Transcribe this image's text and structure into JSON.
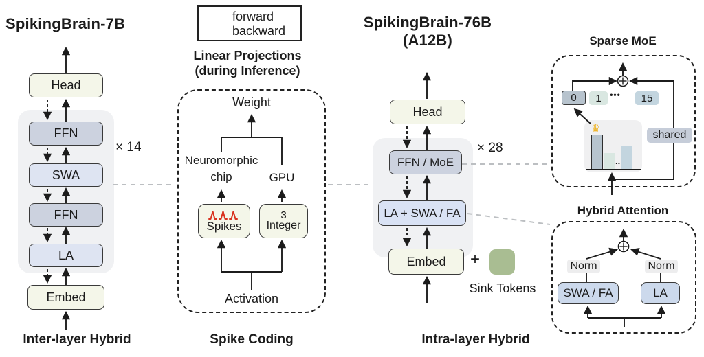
{
  "figure": {
    "legend": {
      "forward_label": "forward",
      "backward_label": "backward"
    },
    "spiking_brain_7b": {
      "title": "SpikingBrain-7B",
      "repeat_label": "× 14",
      "caption": "Inter-layer Hybrid",
      "blocks": {
        "head": "Head",
        "ffn_top": "FFN",
        "swa": "SWA",
        "ffn_bottom": "FFN",
        "la": "LA",
        "embed": "Embed"
      }
    },
    "spike_coding": {
      "heading_line1": "Linear Projections",
      "heading_line2": "(during Inference)",
      "weight_label": "Weight",
      "neuromorphic_line1": "Neuromorphic",
      "neuromorphic_line2": "chip",
      "gpu_label": "GPU",
      "spikes_label": "Spikes",
      "integer_value": "3",
      "integer_label": "Integer",
      "activation_label": "Activation",
      "caption": "Spike Coding"
    },
    "spiking_brain_76b": {
      "title_line1": "SpikingBrain-76B",
      "title_line2": "(A12B)",
      "repeat_label": "× 28",
      "plus_sign": "+",
      "sink_tokens_label": "Sink Tokens",
      "caption": "Intra-layer Hybrid",
      "blocks": {
        "head": "Head",
        "ffn_moe": "FFN / MoE",
        "la_swa_fa": "LA + SWA / FA",
        "embed": "Embed"
      }
    },
    "sparse_moe": {
      "title": "Sparse MoE",
      "expert_first": "0",
      "expert_second": "1",
      "expert_dots": "•••",
      "expert_last": "15",
      "shared_label": "shared",
      "crown_icon": "♛",
      "bar_dots": ".."
    },
    "hybrid_attention": {
      "title": "Hybrid Attention",
      "norm_left": "Norm",
      "norm_right": "Norm",
      "swa_fa_label": "SWA / FA",
      "la_label": "LA"
    },
    "colors": {
      "cream_block": "#f4f6e9",
      "ffn_block": "#ccd2df",
      "attention_block": "#dee4f2",
      "container_bg": "#f0f1f3",
      "sink_token_green": "#a9bd92",
      "spike_red": "#d9311f",
      "expert_selected": "#b7c3cd",
      "expert_teal": "#d9e7e1",
      "expert_blue": "#c3d5df",
      "shared_bg": "#c6cdd9",
      "norm_bg": "#ededee",
      "crown_gold": "#eeb52c",
      "connector_gray": "#bcbfc2"
    }
  }
}
